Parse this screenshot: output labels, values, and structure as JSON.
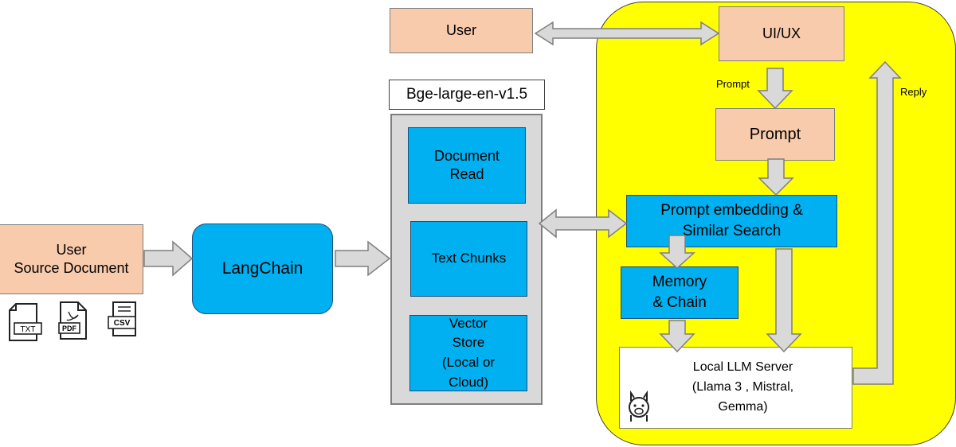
{
  "user_box": "User",
  "uiux_box": "UI/UX",
  "model_label": "Bge-large-en-v1.5",
  "vector_stack": {
    "document_read": "Document\nRead",
    "text_chunks": "Text Chunks",
    "vector_store": "Vector\nStore\n(Local or\nCloud)"
  },
  "source_box": "User\nSource Document",
  "langchain_box": "LangChain",
  "prompt_label": "Prompt",
  "reply_label": "Reply",
  "prompt_box": "Prompt",
  "embedding_box": "Prompt embedding &\nSimilar Search",
  "memory_box": "Memory\n& Chain",
  "llm_box": "Local LLM Server\n(Llama 3 , Mistral,\nGemma)",
  "file_icons": [
    {
      "icon": "txt-file-icon",
      "label": "TXT"
    },
    {
      "icon": "pdf-file-icon",
      "label": "PDF"
    },
    {
      "icon": "csv-file-icon",
      "label": "CSV"
    }
  ],
  "llm_icon": "llama-icon",
  "colors": {
    "peach": "#f8cbad",
    "blue": "#00b0f0",
    "yellow": "#ffff00",
    "grey": "#d9d9d9",
    "arrow_fill": "#d9d9d9"
  }
}
